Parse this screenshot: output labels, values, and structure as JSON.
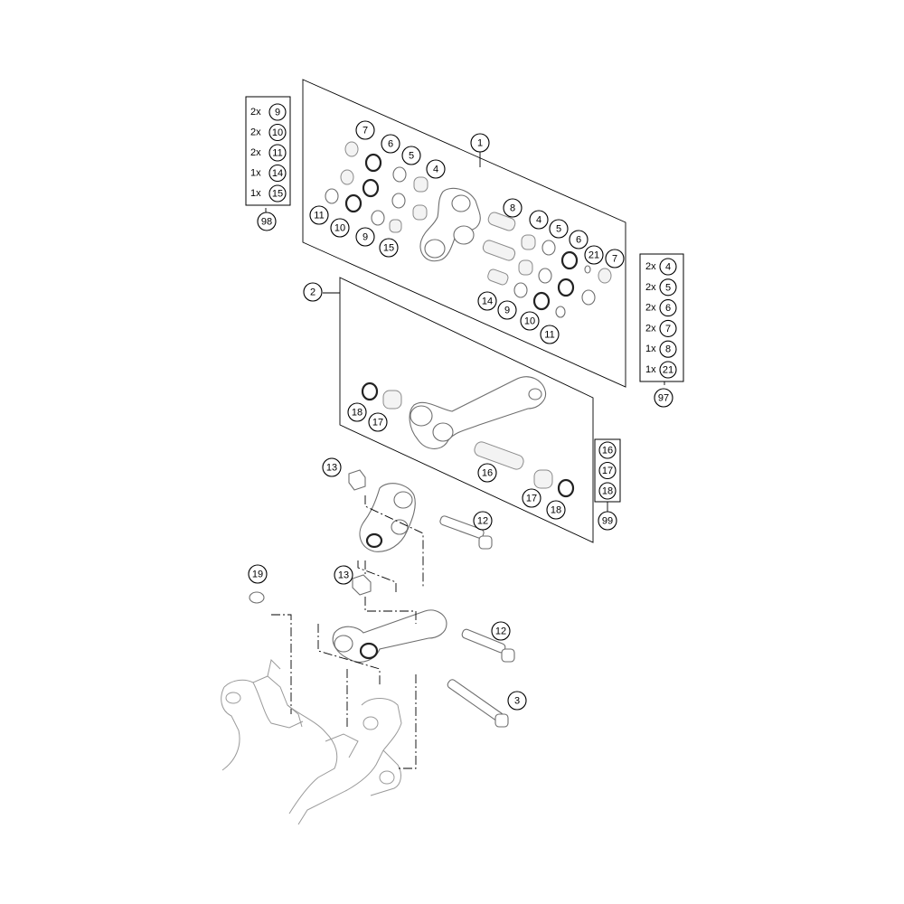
{
  "callouts": [
    {
      "id": "c1",
      "label": "1"
    },
    {
      "id": "c2",
      "label": "2"
    },
    {
      "id": "c3",
      "label": "3"
    },
    {
      "id": "c4a",
      "label": "4"
    },
    {
      "id": "c4b",
      "label": "4"
    },
    {
      "id": "c5a",
      "label": "5"
    },
    {
      "id": "c5b",
      "label": "5"
    },
    {
      "id": "c6a",
      "label": "6"
    },
    {
      "id": "c6b",
      "label": "6"
    },
    {
      "id": "c7a",
      "label": "7"
    },
    {
      "id": "c7b",
      "label": "7"
    },
    {
      "id": "c8",
      "label": "8"
    },
    {
      "id": "c9a",
      "label": "9"
    },
    {
      "id": "c9b",
      "label": "9"
    },
    {
      "id": "c10a",
      "label": "10"
    },
    {
      "id": "c10b",
      "label": "10"
    },
    {
      "id": "c11a",
      "label": "11"
    },
    {
      "id": "c11b",
      "label": "11"
    },
    {
      "id": "c12a",
      "label": "12"
    },
    {
      "id": "c12b",
      "label": "12"
    },
    {
      "id": "c13a",
      "label": "13"
    },
    {
      "id": "c13b",
      "label": "13"
    },
    {
      "id": "c14",
      "label": "14"
    },
    {
      "id": "c15",
      "label": "15"
    },
    {
      "id": "c16",
      "label": "16"
    },
    {
      "id": "c17a",
      "label": "17"
    },
    {
      "id": "c17b",
      "label": "17"
    },
    {
      "id": "c18a",
      "label": "18"
    },
    {
      "id": "c18b",
      "label": "18"
    },
    {
      "id": "c19",
      "label": "19"
    },
    {
      "id": "c21",
      "label": "21"
    }
  ],
  "kits": [
    {
      "id": "98",
      "label": "98",
      "rows": [
        {
          "qty": "2x",
          "part": "9"
        },
        {
          "qty": "2x",
          "part": "10"
        },
        {
          "qty": "2x",
          "part": "11"
        },
        {
          "qty": "1x",
          "part": "14"
        },
        {
          "qty": "1x",
          "part": "15"
        }
      ]
    },
    {
      "id": "97",
      "label": "97",
      "rows": [
        {
          "qty": "2x",
          "part": "4"
        },
        {
          "qty": "2x",
          "part": "5"
        },
        {
          "qty": "2x",
          "part": "6"
        },
        {
          "qty": "2x",
          "part": "7"
        },
        {
          "qty": "1x",
          "part": "8"
        },
        {
          "qty": "1x",
          "part": "21"
        }
      ]
    },
    {
      "id": "99",
      "label": "99",
      "rows": [
        {
          "qty": "",
          "part": "16"
        },
        {
          "qty": "",
          "part": "17"
        },
        {
          "qty": "",
          "part": "18"
        }
      ]
    }
  ]
}
